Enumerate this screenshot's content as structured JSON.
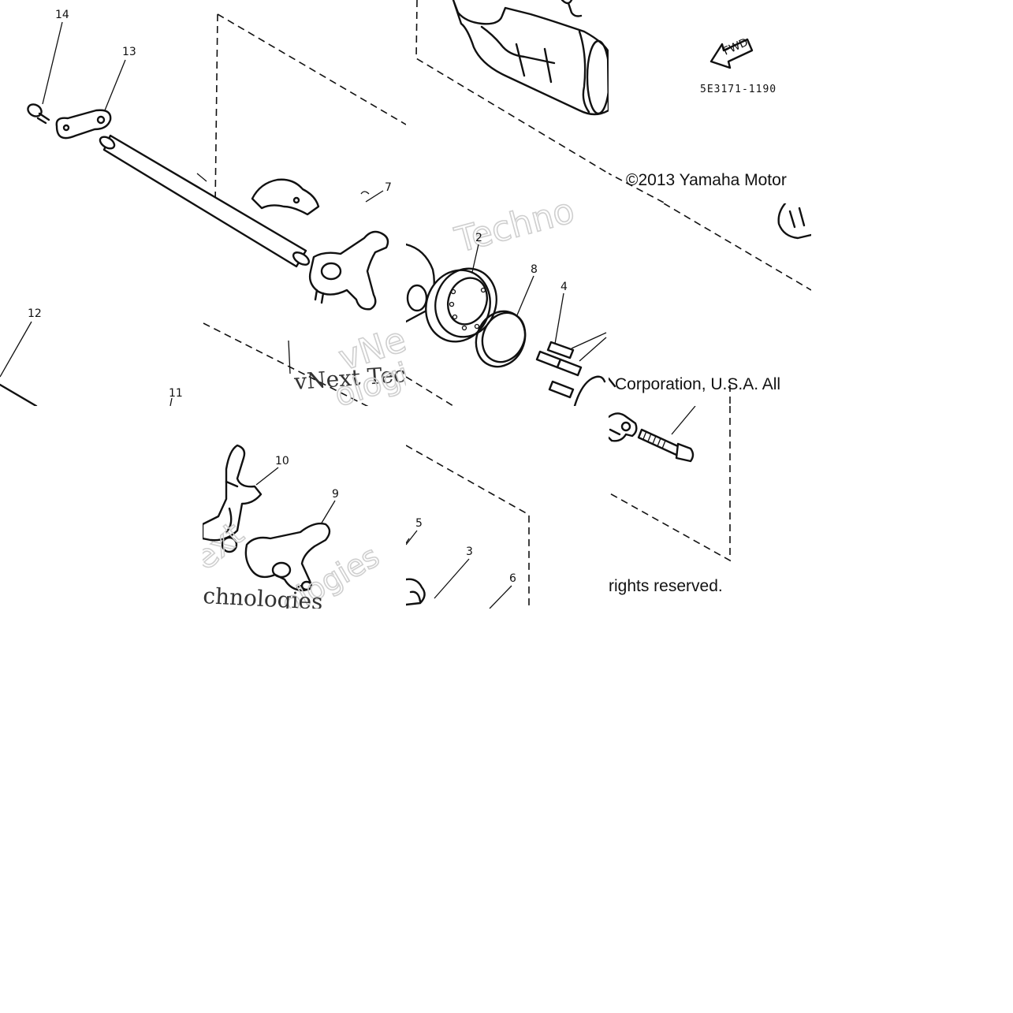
{
  "diagram": {
    "part_code": "5E3171-1190",
    "arrow_label": "FWD",
    "copyright": {
      "line1": "©2013 Yamaha Motor",
      "line2": "Corporation, U.S.A. All",
      "line3": "rights reserved."
    },
    "watermarks": {
      "w1": "Techno",
      "w2": "vNext Tec",
      "w3": "ologies",
      "w4": "vNe",
      "w5": "ext",
      "w6": "chnologies"
    },
    "callouts": {
      "c1": "14",
      "c2": "13",
      "c3": "7",
      "c4": "12",
      "c5": "11",
      "c6": "2",
      "c7": "8",
      "c8": "4",
      "c9": "10",
      "c10": "9",
      "c11": "5",
      "c12": "3",
      "c13": "6"
    }
  }
}
